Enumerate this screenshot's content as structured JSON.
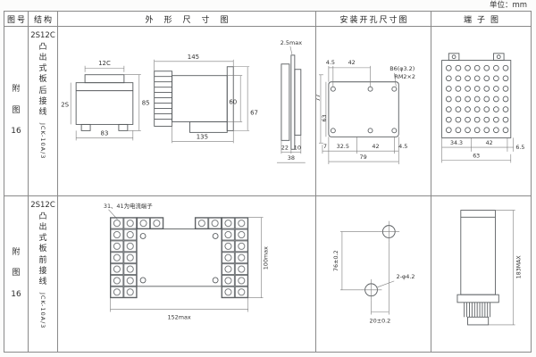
{
  "meta": {
    "unit": "单位：mm"
  },
  "headers": {
    "fig": "图号",
    "structure": "结构",
    "outline": "外形尺寸图",
    "install": "安装开孔尺寸图",
    "terminal": "端子图"
  },
  "row1": {
    "fig": "附 图 16",
    "model": "2S12C",
    "mount": "凸出式板后接线",
    "product": "JCK-10A/3",
    "outline": {
      "sec_top": "12C",
      "sec_side": "2S",
      "width": "83",
      "height": "85",
      "len_total": "145",
      "len_body": "135",
      "h_body": "60",
      "h_total": "67",
      "gap": "2.5max",
      "d1": "22",
      "d2": "10",
      "d3": "38"
    },
    "install": {
      "t1": "4.5",
      "t2": "42",
      "hole": "B6(φ3.2)",
      "tap": "RM2×2",
      "left_total": "77",
      "left_inner": "63",
      "b1": "7",
      "b2": "32.5",
      "b3": "42",
      "b4": "4.5",
      "bottom_total": "79"
    },
    "terminal": {
      "d1": "34.3",
      "d2": "42",
      "d3": "6.5",
      "total": "63"
    }
  },
  "row2": {
    "fig": "附 图 16",
    "model": "2S12C",
    "mount": "凸出式板前接线",
    "product": "JCK-10A/3",
    "note": "31、41为电流端子",
    "outline": {
      "height": "100max",
      "width": "152max"
    },
    "install": {
      "vertical": "76±0.2",
      "holes": "2-φ4.2",
      "horizontal": "20±0.2"
    },
    "terminal": {
      "height": "183MAX"
    }
  }
}
